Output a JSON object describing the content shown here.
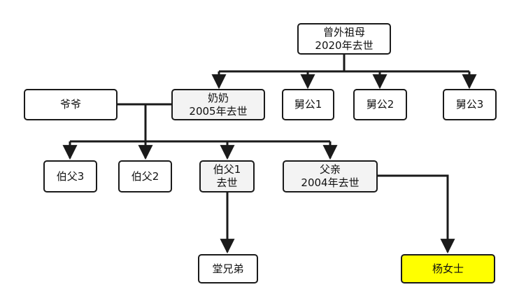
{
  "nodes": {
    "great_grandmother": {
      "line1": "曾外祖母",
      "line2": "2020年去世"
    },
    "grandpa": {
      "line1": "爷爷"
    },
    "grandma": {
      "line1": "奶奶",
      "line2": "2005年去世"
    },
    "uncle_mat1": {
      "line1": "舅公1"
    },
    "uncle_mat2": {
      "line1": "舅公2"
    },
    "uncle_mat3": {
      "line1": "舅公3"
    },
    "uncle3": {
      "line1": "伯父3"
    },
    "uncle2": {
      "line1": "伯父2"
    },
    "uncle1": {
      "line1": "伯父1",
      "line2": "去世"
    },
    "father": {
      "line1": "父亲",
      "line2": "2004年去世"
    },
    "cousins": {
      "line1": "堂兄弟"
    },
    "ms_yang": {
      "line1": "杨女士"
    }
  },
  "colors": {
    "line": "#1a1a1a",
    "highlight": "#ffff00",
    "deceased_fill": "#f3f3f3"
  }
}
